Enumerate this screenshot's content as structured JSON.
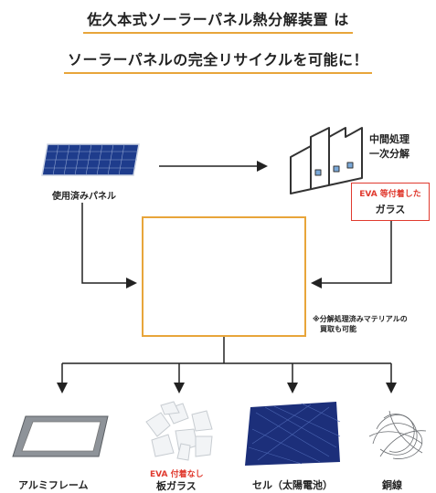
{
  "header": {
    "title_line1": "佐久本式ソーラーパネル熱分解装置 は",
    "title_line2": "ソーラーパネルの完全リサイクルを可能に！"
  },
  "diagram": {
    "used_panel_label": "使用済みパネル",
    "midprocess_line1": "中間処理",
    "midprocess_line2": "一次分解",
    "eva_glass_top": "EVA 等付着した",
    "eva_glass_bottom": "ガラス",
    "note_line1": "※分解処理済みマテリアルの",
    "note_line2": "買取も可能",
    "outputs": [
      {
        "label": "アルミフレーム"
      },
      {
        "sublabel": "EVA 付着なし",
        "label": "板ガラス"
      },
      {
        "label": "セル（太陽電池）"
      },
      {
        "label": "銅線"
      }
    ]
  },
  "colors": {
    "accent": "#e8a53a",
    "highlight_red": "#e03a2f",
    "panel_blue": "#1e3c8c"
  }
}
